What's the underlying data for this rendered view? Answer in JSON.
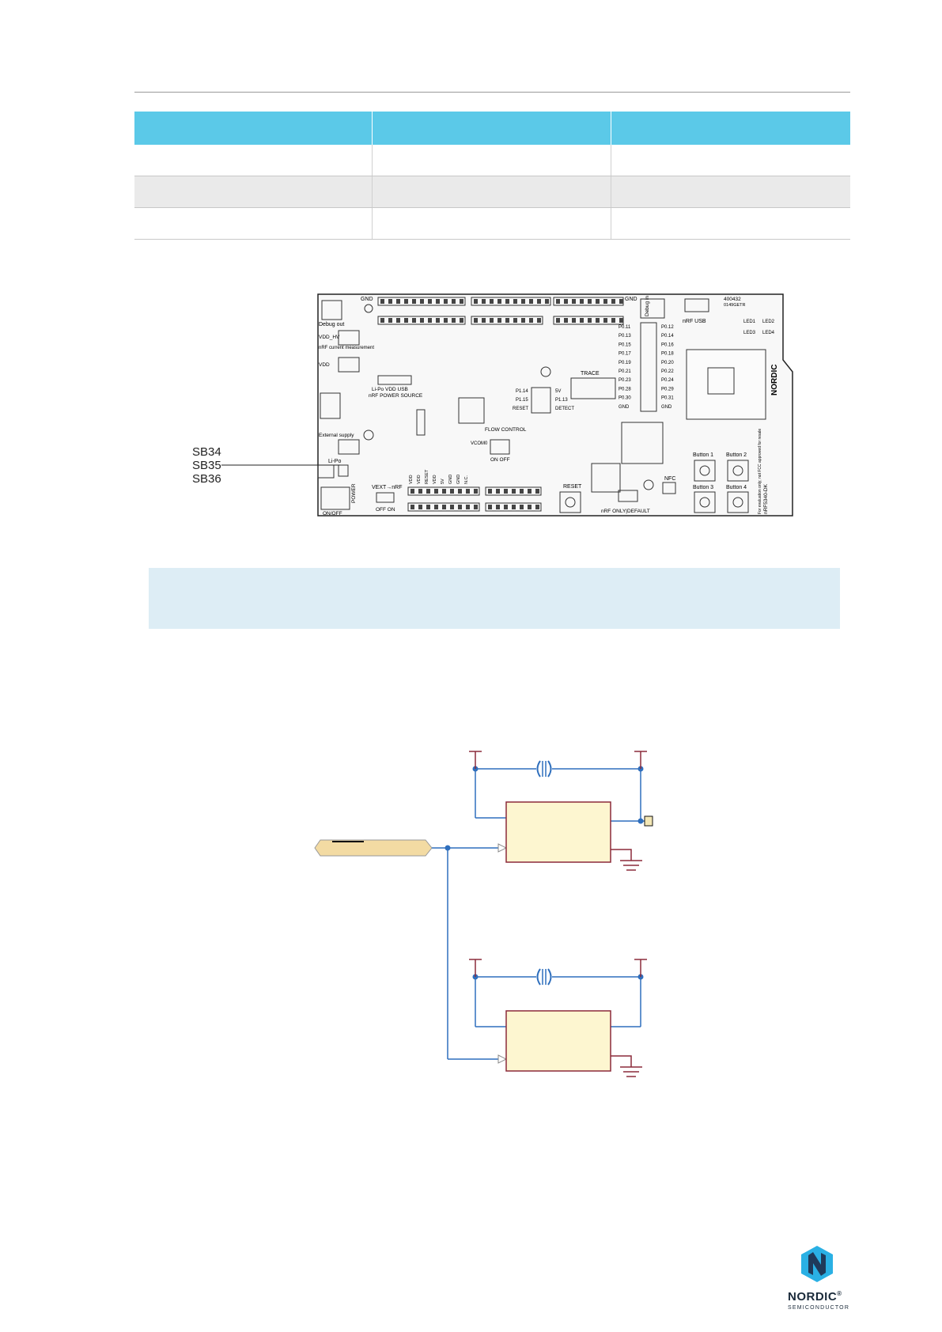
{
  "table": {
    "headers": [
      "",
      "",
      ""
    ],
    "rows": [
      [
        "",
        "",
        ""
      ],
      [
        "",
        "",
        ""
      ],
      [
        "",
        "",
        ""
      ]
    ]
  },
  "figure_board": {
    "callouts": [
      "SB34",
      "SB35",
      "SB36"
    ],
    "board_text": {
      "gnd": "GND",
      "debug_out": "Debug out",
      "vdd_hv": "VDD_HV",
      "nrf_current": "nRF current measurement",
      "vdd": "VDD",
      "external_supply": "External supply",
      "lipo": "Li-Po",
      "power": "POWER",
      "on_off": "ON/OFF",
      "vext_nrf": "VEXT→nRF",
      "off_on": "OFF ON",
      "lipo_vdd_usb": "Li-Po VDD USB",
      "nrf_power_source": "nRF POWER SOURCE",
      "flow_control": "FLOW CONTROL",
      "on_off_2": "ON OFF",
      "trace": "TRACE",
      "reset": "RESET",
      "nfc": "NFC",
      "nrf_only_default": "nRF ONLY|DEFAULT",
      "nrf_usb": "nRF USB",
      "debug_in": "Debug in",
      "board_id": "400432",
      "board_rev": "0149GETR",
      "led1": "LED1",
      "led2": "LED2",
      "led3": "LED3",
      "led4": "LED4",
      "button1": "Button 1",
      "button2": "Button 2",
      "button3": "Button 3",
      "button4": "Button 4",
      "nordic": "NORDIC",
      "board_name": "nRF5340-DK",
      "eval_note": "For evaluation only; not FCC approved for resale",
      "detect": "DETECT",
      "p1_14": "P1.14",
      "p1_15": "P1.15",
      "p1_13": "P1.13",
      "five_v": "5V",
      "vcom": "VCOM0",
      "right_pins": [
        "P0.11",
        "P0.13",
        "P0.15",
        "P0.17",
        "P0.19",
        "P0.21",
        "P0.23",
        "P0.28",
        "P0.30",
        "GND"
      ],
      "right_pins_b": [
        "P0.12",
        "P0.14",
        "P0.16",
        "P0.18",
        "P0.20",
        "P0.22",
        "P0.24",
        "P0.29",
        "P0.31",
        "GND"
      ],
      "bottom_pins": [
        "VDD",
        "VDD",
        "RESET",
        "VDD",
        "5V",
        "GND",
        "GND",
        "N.C."
      ]
    }
  },
  "figure_schematic": {},
  "logo": {
    "name": "NORDIC",
    "suffix": "®",
    "sub": "SEMICONDUCTOR"
  }
}
